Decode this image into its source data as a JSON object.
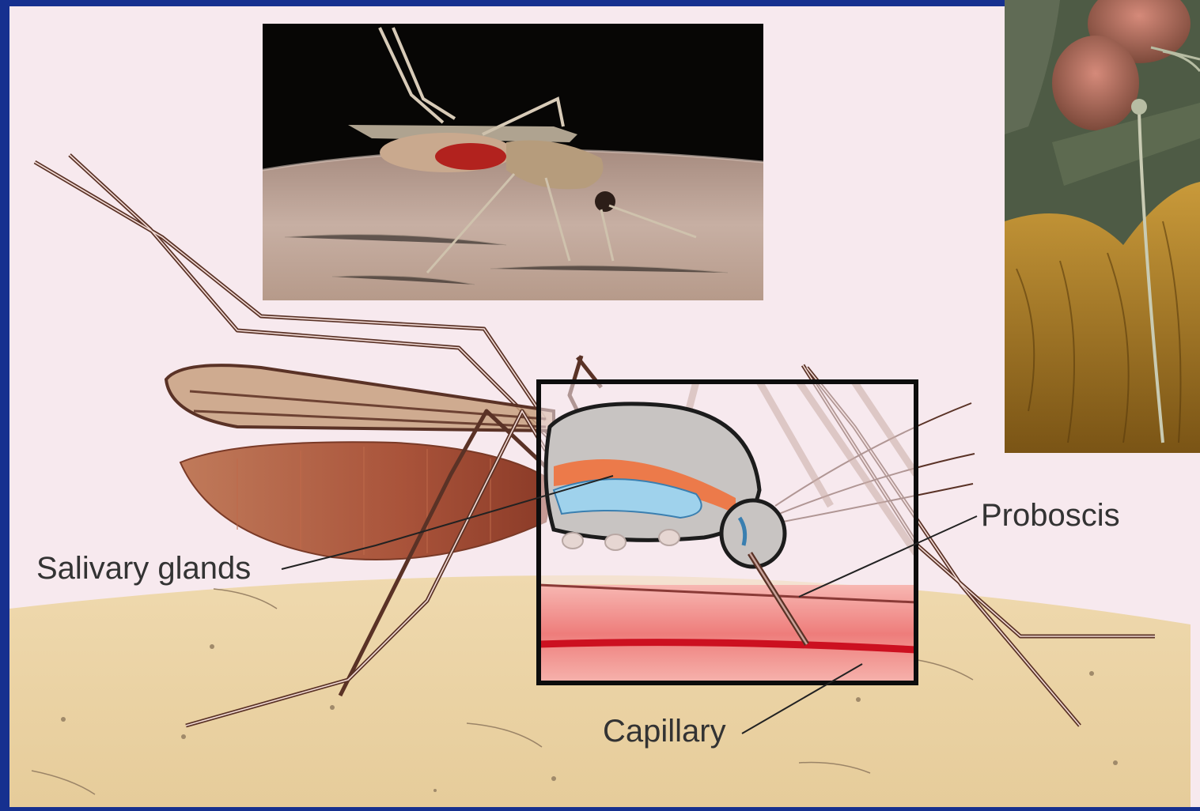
{
  "diagram": {
    "labels": {
      "salivary_glands": "Salivary glands",
      "proboscis": "Proboscis",
      "capillary": "Capillary"
    }
  },
  "photos": {
    "top_photo": "mosquito-feeding-on-skin-photo",
    "right_photo": "micrograph-mosquito-head-photo"
  },
  "colors": {
    "slide_border": "#16308f",
    "background": "#f7e9ee",
    "skin": "#e9d2a3",
    "body": "#a9533a",
    "capillary": "#e0353d"
  }
}
